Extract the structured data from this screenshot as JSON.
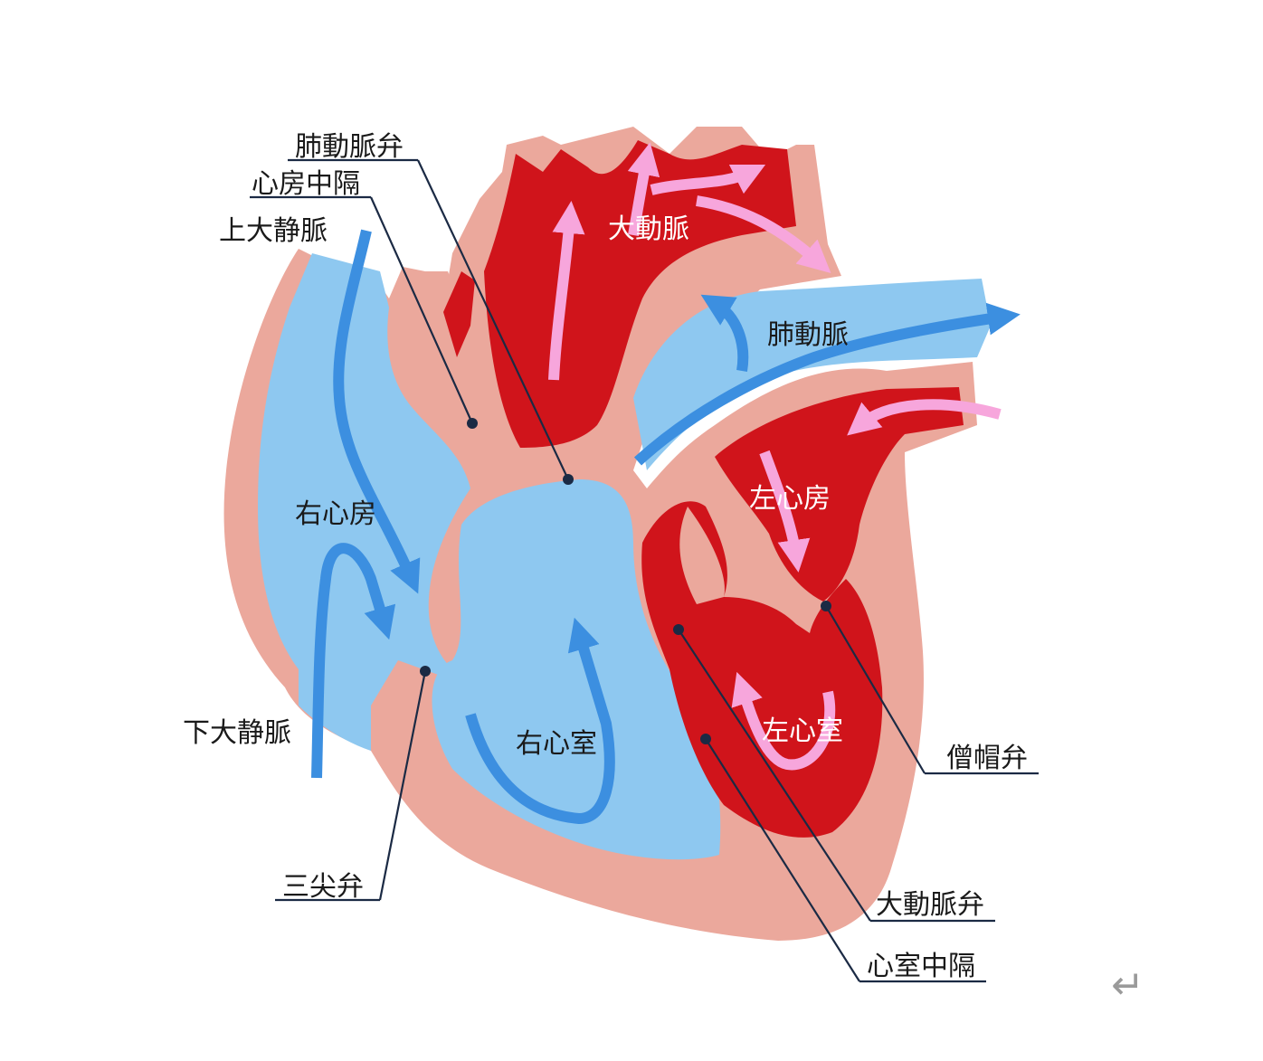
{
  "diagram": {
    "labels": {
      "pulmonary_valve": "肺動脈弁",
      "atrial_septum": "心房中隔",
      "superior_vena_cava": "上大静脈",
      "aorta": "大動脈",
      "pulmonary_artery": "肺動脈",
      "right_atrium": "右心房",
      "left_atrium": "左心房",
      "inferior_vena_cava": "下大静脈",
      "right_ventricle": "右心室",
      "left_ventricle": "左心室",
      "mitral_valve": "僧帽弁",
      "tricuspid_valve": "三尖弁",
      "aortic_valve": "大動脈弁",
      "ventricular_septum": "心室中隔"
    },
    "return_icon": "↵",
    "colors": {
      "wall": "#eba89c",
      "venous_chamber": "#8ec8f0",
      "arterial_chamber": "#d0141b",
      "venous_flow": "#3c8fe0",
      "arterial_flow": "#f7a6dc",
      "leader": "#1b2a44"
    }
  }
}
